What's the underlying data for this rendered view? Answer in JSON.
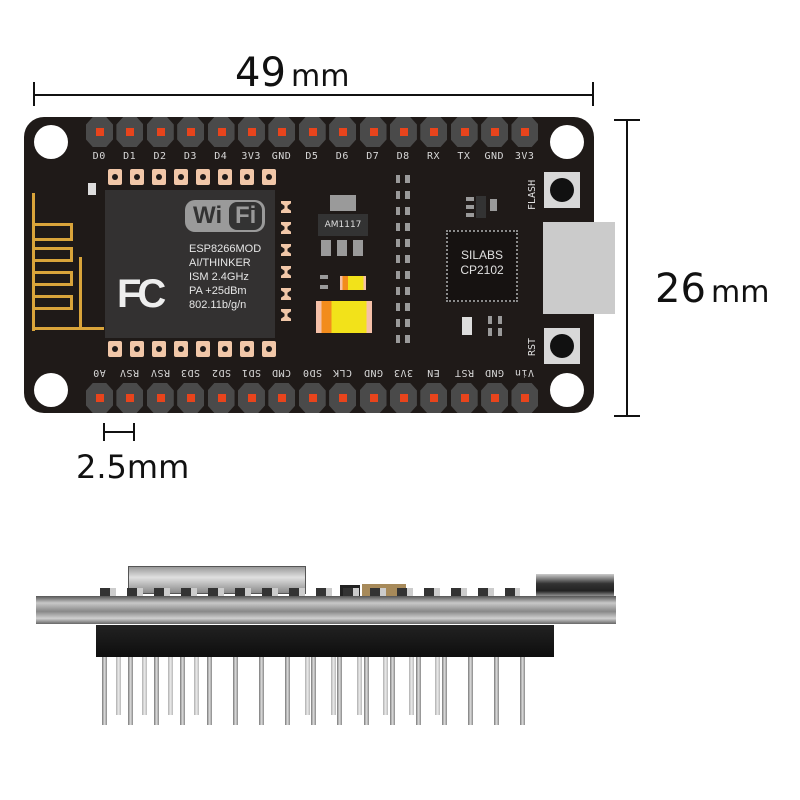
{
  "dimensions": {
    "width": {
      "value": "49",
      "unit": "mm"
    },
    "height": {
      "value": "26",
      "unit": "mm"
    },
    "pitch": {
      "value": "2.5mm"
    }
  },
  "board": {
    "top_pins": [
      "D0",
      "D1",
      "D2",
      "D3",
      "D4",
      "3V3",
      "GND",
      "D5",
      "D6",
      "D7",
      "D8",
      "RX",
      "TX",
      "GND",
      "3V3"
    ],
    "bottom_pins": [
      "A0",
      "RSV",
      "RSV",
      "SD3",
      "SD2",
      "SD1",
      "CMD",
      "SD0",
      "CLK",
      "GND",
      "3V3",
      "EN",
      "RST",
      "GND",
      "Vin"
    ],
    "module": {
      "wifi_logo": {
        "left": "Wi",
        "right": "Fi"
      },
      "fcc_logo": "FC",
      "lines": [
        "ESP8266MOD",
        "AI/THINKER",
        "ISM 2.4GHz",
        "PA +25dBm",
        "802.11b/g/n"
      ]
    },
    "regulator": "AM1117",
    "usb_chip": {
      "line1": "SILABS",
      "line2": "CP2102"
    },
    "buttons": {
      "flash": "FLASH",
      "reset": "RST"
    },
    "colors": {
      "pcb": "#1f1a18",
      "pin_header": "#4a4a4a",
      "pin_dot": "#e8441c",
      "antenna": "#d9a43a",
      "pad": "#f1c7a8",
      "capacitor": "#f2e21a"
    }
  }
}
